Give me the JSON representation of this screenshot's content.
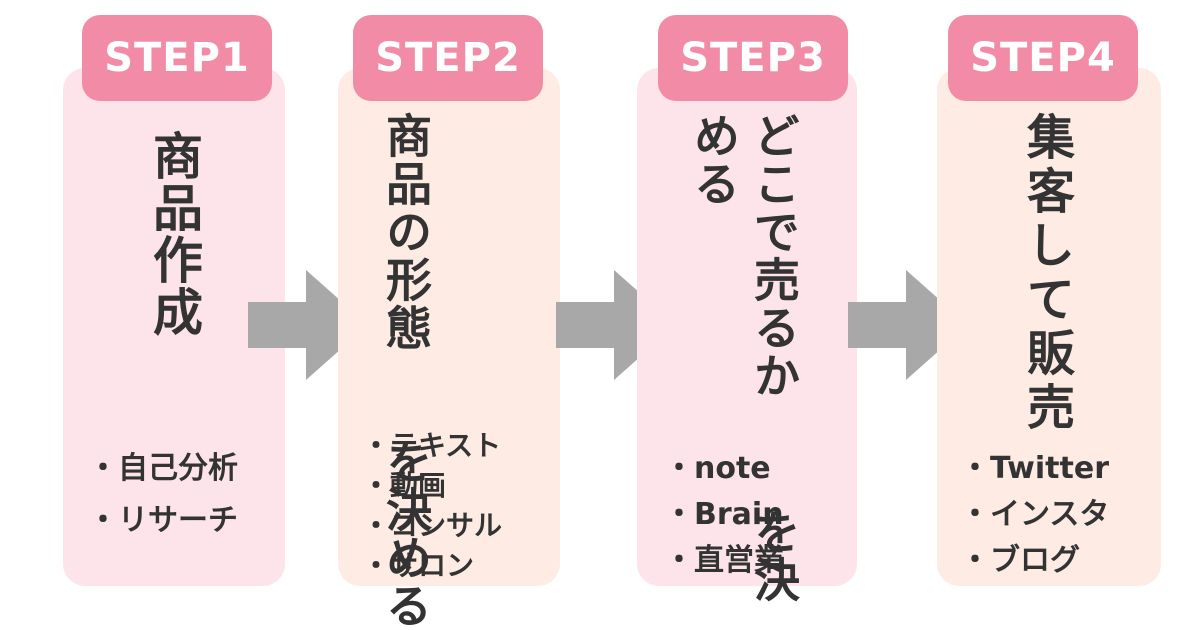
{
  "arrow_color": "#a8a8a8",
  "tab_color": "#f28ba5",
  "steps": [
    {
      "label": "STEP1",
      "title_lines": [
        "商品作成"
      ],
      "items": [
        "自己分析",
        "リサーチ"
      ]
    },
    {
      "label": "STEP2",
      "title_lines": [
        "商品の形態",
        "を決める"
      ],
      "items": [
        "テキスト",
        "動画",
        "コンサル",
        "サロン"
      ]
    },
    {
      "label": "STEP3",
      "title_lines": [
        "どこで売るか",
        "を決める"
      ],
      "items": [
        "note",
        "Brain",
        "直営業"
      ]
    },
    {
      "label": "STEP4",
      "title_lines": [
        "集客して販売"
      ],
      "items": [
        "Twitter",
        "インスタ",
        "ブログ"
      ]
    }
  ]
}
